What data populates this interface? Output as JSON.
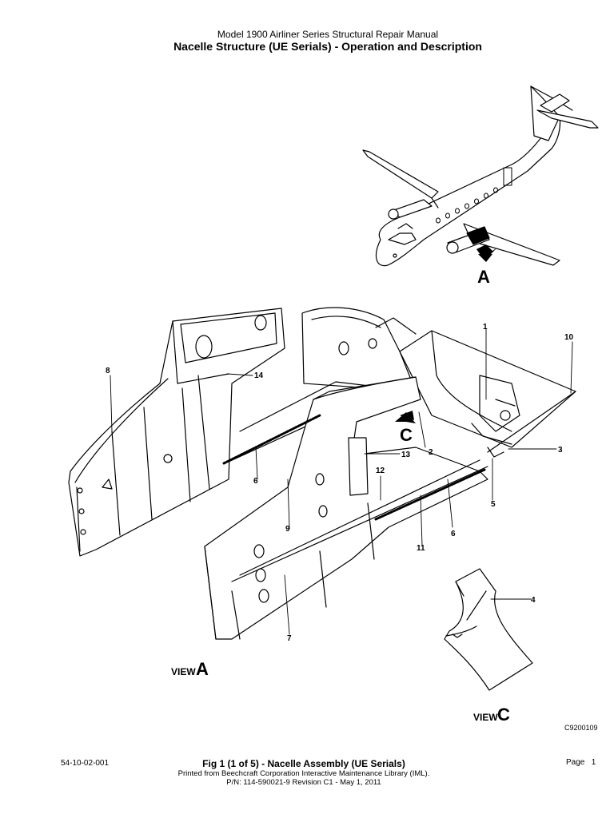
{
  "header": {
    "manual_title": "Model 1900 Airliner Series Structural Repair Manual",
    "section_title": "Nacelle Structure (UE Serials) - Operation and Description"
  },
  "figure": {
    "callouts": [
      "1",
      "2",
      "3",
      "4",
      "5",
      "6",
      "6",
      "7",
      "8",
      "9",
      "10",
      "11",
      "12",
      "13",
      "14"
    ],
    "view_markers": {
      "a_letter": "A",
      "c_letter": "C"
    },
    "view_labels": {
      "view_word": "VIEW",
      "view_a_letter": "A",
      "view_c_letter": "C"
    },
    "drawing_number": "C9200109"
  },
  "footer": {
    "doc_number": "54-10-02-001",
    "figure_caption": "Fig 1 (1 of 5) - Nacelle Assembly (UE Serials)",
    "printed_from": "Printed from Beechcraft Corporation Interactive Maintenance Library (IML).",
    "part_number": "P/N: 114-590021-9 Revision C1 - May 1, 2011",
    "page_label": "Page",
    "page_number": "1"
  }
}
